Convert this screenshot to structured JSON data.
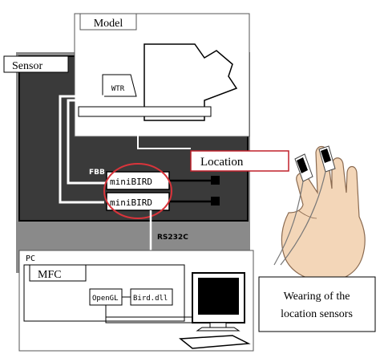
{
  "labels": {
    "model": "Model",
    "sensor": "Sensor",
    "location": "Location",
    "wtr": "WTR",
    "fbb": "FBB",
    "minibird_top": "miniBIRD",
    "minibird_bottom": "miniBIRD",
    "rs232c": "RS232C",
    "pc": "PC",
    "mfc": "MFC",
    "opengl": "OpenGL",
    "bird_dll": "Bird.dll",
    "caption_line1": "Wearing of the",
    "caption_line2": "location sensors"
  },
  "colors": {
    "dark_panel": "#3a3a3a",
    "mid_panel": "#8a8a8a",
    "highlight_circle": "#d9343b",
    "location_box_border": "#c0202a",
    "skin": "#f3d6b8",
    "skin_outline": "#8a6a50"
  },
  "icons": [
    "monitor-icon",
    "keyboard-icon",
    "hand-illustration",
    "sensor-probe-icon"
  ]
}
